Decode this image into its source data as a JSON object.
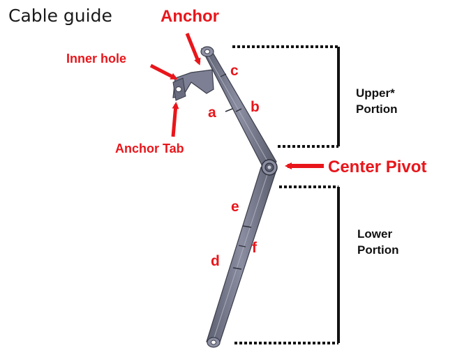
{
  "title": "Cable guide",
  "labels": {
    "anchor": "Anchor",
    "inner_hole": "Inner hole",
    "anchor_tab": "Anchor Tab",
    "center_pivot": "Center Pivot",
    "a": "a",
    "b": "b",
    "c": "c",
    "d": "d",
    "e": "e",
    "f": "f"
  },
  "sections": {
    "upper_line1": "Upper*",
    "upper_line2": "Portion",
    "lower_line1": "Lower",
    "lower_line2": "Portion"
  },
  "colors": {
    "label_red": "#e8161b",
    "arm_fill": "#7f8296",
    "arm_edge": "#3a3c4a"
  }
}
